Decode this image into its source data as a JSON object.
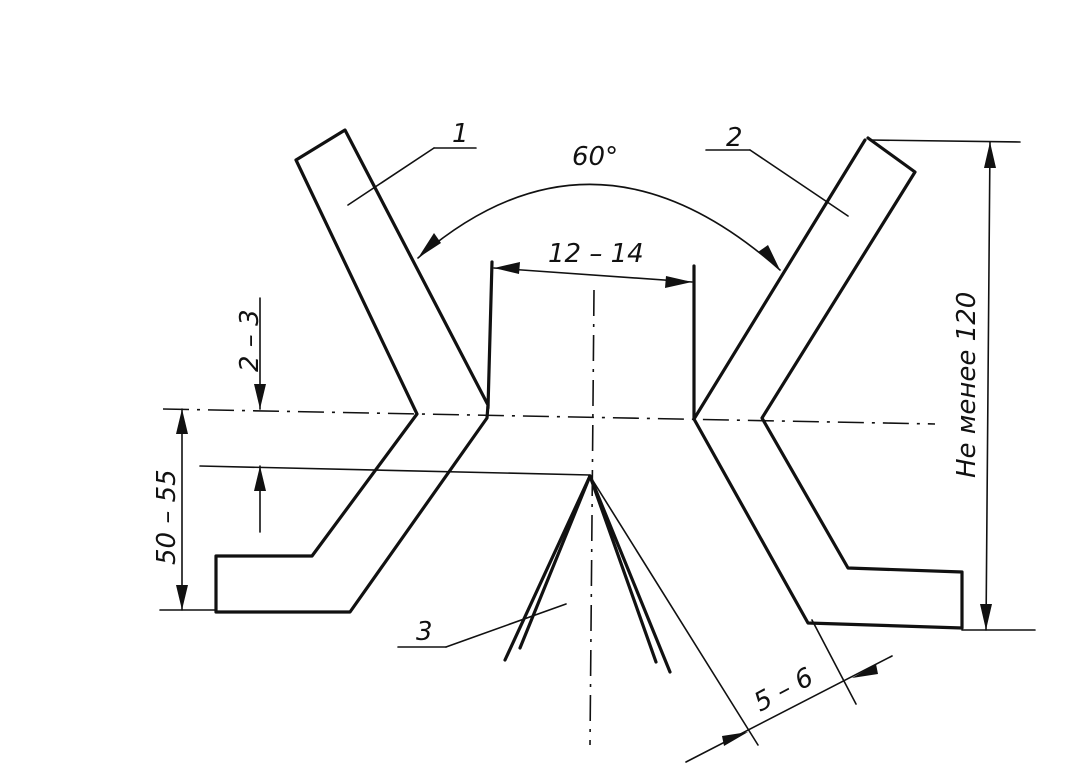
{
  "labels": {
    "part1": "1",
    "part2": "2",
    "part3": "3",
    "angle": "60°",
    "gap_width": "12 – 14",
    "tip_offset": "2 – 3",
    "height": "50 – 55",
    "length": "Не менее 120",
    "spacing": "5 – 6"
  }
}
